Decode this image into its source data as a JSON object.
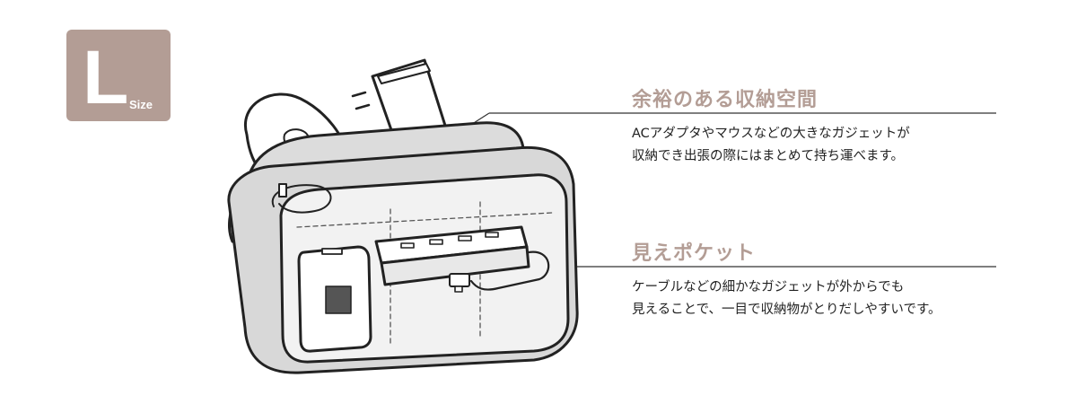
{
  "size_badge": {
    "letter": "L",
    "word": "Size",
    "color": "#b39d95"
  },
  "features": [
    {
      "title": "余裕のある収納空間",
      "desc_lines": [
        "ACアダプタやマウスなどの大きなガジェットが",
        "収納でき出張の際にはまとめて持ち運べます。"
      ]
    },
    {
      "title": "見えポケット",
      "desc_lines": [
        "ケーブルなどの細かなガジェットが外からでも",
        "見えることで、一目で収納物がとりだしやすいです。"
      ]
    }
  ],
  "colors": {
    "accent": "#b39d95",
    "text": "#222222",
    "line": "#333333"
  },
  "icons": {
    "illustration": "gadget-pouch-illustration"
  }
}
